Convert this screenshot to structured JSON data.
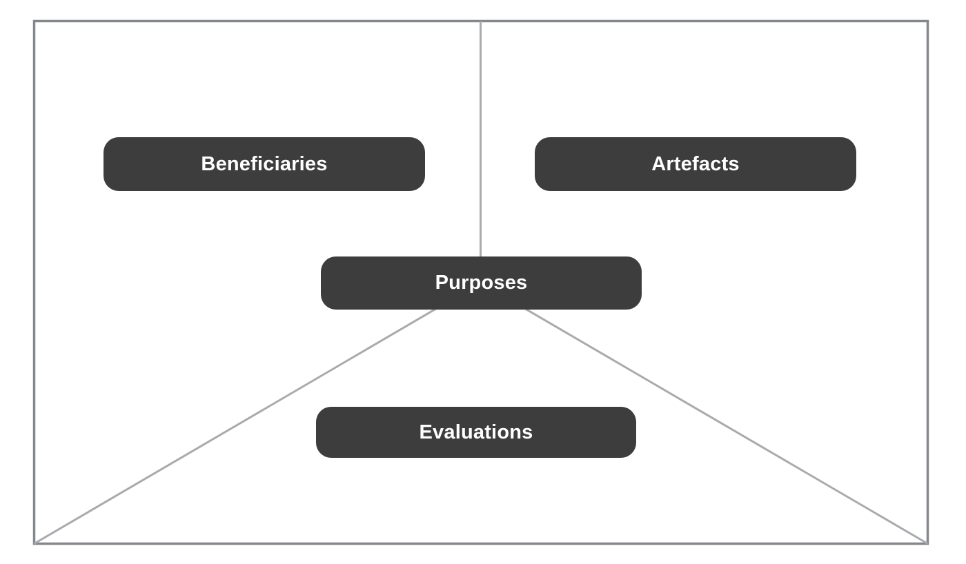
{
  "diagram": {
    "nodes": {
      "beneficiaries": {
        "label": "Beneficiaries"
      },
      "artefacts": {
        "label": "Artefacts"
      },
      "purposes": {
        "label": "Purposes"
      },
      "evaluations": {
        "label": "Evaluations"
      }
    },
    "colors": {
      "background": "#ffffff",
      "node_fill": "#3d3d3d",
      "node_text": "#ffffff",
      "frame_stroke": "#84878d",
      "line_stroke": "#a9aaad"
    }
  }
}
